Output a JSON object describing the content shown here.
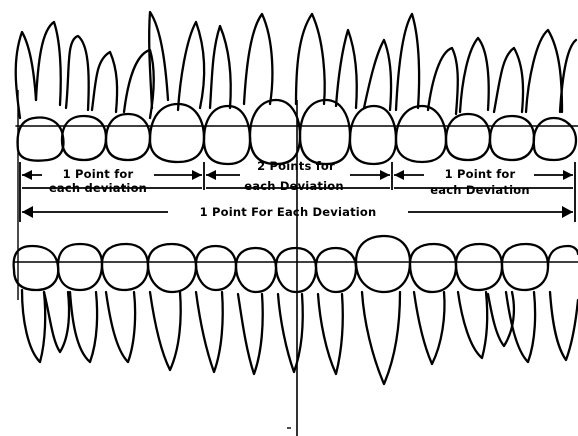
{
  "labels": {
    "left_line1": "1 Point for",
    "left_line2": "each deviation",
    "middle_line1": "2 Points for",
    "middle_line2": "each Deviation",
    "right_line1": "1 Point for",
    "right_line2": "each Deviation",
    "full_span": "1 Point For Each Deviation"
  },
  "colors": {
    "ink": "#000000",
    "paper": "#ffffff"
  }
}
